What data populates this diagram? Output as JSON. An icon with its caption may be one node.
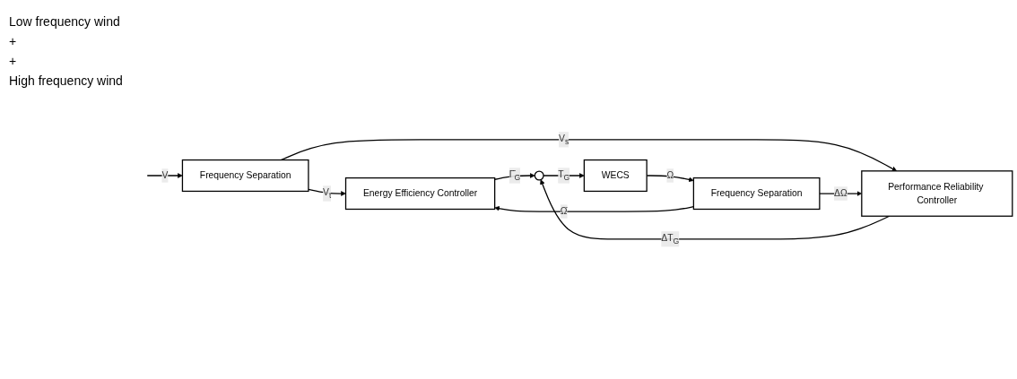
{
  "diagram": {
    "nodes": [
      {
        "text": [
          "Frequency Separation"
        ]
      },
      {
        "text": [
          "Energy Efficiency Controller"
        ]
      },
      {
        "text": [
          "Performance Reliability Controller"
        ]
      },
      {
        "text": [],
        "shape": "circle"
      },
      {
        "text": [
          "WECS"
        ]
      },
      {
        "text": [
          "Frequency Separation"
        ]
      }
    ],
    "edges": [
      {
        "from": null,
        "to": 0,
        "arrow": "to",
        "label": "V"
      },
      {
        "from": 0,
        "to": 1,
        "arrow": "to",
        "label": "V$_{t}$"
      },
      {
        "from": 0,
        "to": 2,
        "arrow": "to",
        "label": "V$_{s}$"
      },
      {
        "from": 1,
        "to": 3,
        "arrow": "to",
        "label": "Γ̄$_{G}$"
      },
      {
        "from": 2,
        "to": 3,
        "arrow": "to",
        "label": "ΔT$_{G}$"
      },
      {
        "from": 3,
        "to": 4,
        "arrow": "to",
        "label": "T$_{G}$"
      },
      {
        "from": 4,
        "to": 5,
        "arrow": "to",
        "label": "Ω"
      },
      {
        "from": 5,
        "to": 1,
        "arrow": "to",
        "label": "Ω̄"
      },
      {
        "from": 5,
        "to": 2,
        "arrow": "to",
        "label": "ΔΩ"
      }
    ],
    "labels": [
      "Low frequency wind",
      "+",
      "+",
      "High frequency wind"
    ]
  }
}
